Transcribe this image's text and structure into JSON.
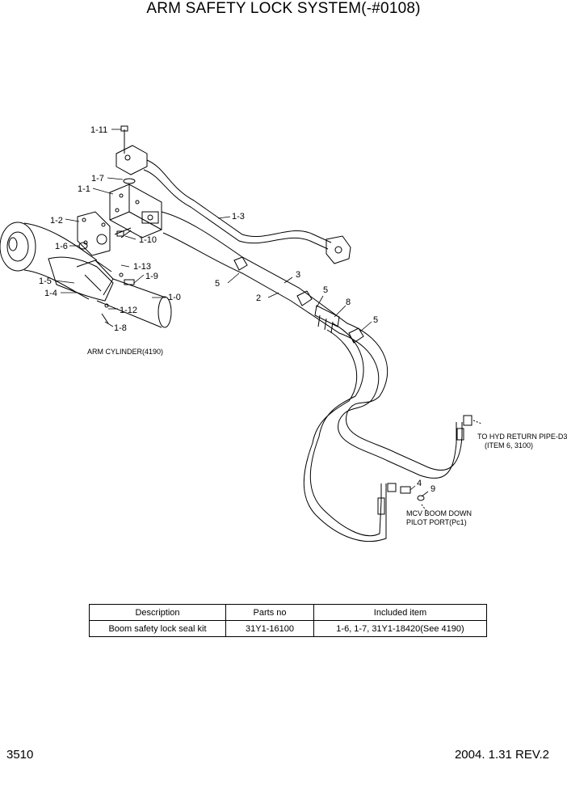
{
  "title": "ARM SAFETY LOCK SYSTEM(-#0108)",
  "callouts": {
    "c1_11": "1-11",
    "c1_7": "1-7",
    "c1_1": "1-1",
    "c1_2": "1-2",
    "c1_6": "1-6",
    "c1_10": "1-10",
    "c1_13": "1-13",
    "c1_9": "1-9",
    "c1_5": "1-5",
    "c1_4": "1-4",
    "c1_0": "1-0",
    "c1_12": "1-12",
    "c1_8": "1-8",
    "c1_3": "1-3",
    "c2": "2",
    "c3": "3",
    "c4": "4",
    "c5a": "5",
    "c5b": "5",
    "c5c": "5",
    "c8": "8",
    "c9": "9"
  },
  "notes": {
    "arm_cylinder": "ARM CYLINDER(4190)",
    "hyd_return_1": "TO HYD RETURN PIPE-D3",
    "hyd_return_2": "(ITEM 6, 3100)",
    "mcv_1": "MCV BOOM DOWN",
    "mcv_2": "PILOT PORT(Pc1)"
  },
  "table": {
    "headers": [
      "Description",
      "Parts no",
      "Included item"
    ],
    "rows": [
      [
        "Boom safety lock seal kit",
        "31Y1-16100",
        "1-6, 1-7, 31Y1-18420(See 4190)"
      ]
    ]
  },
  "footer": {
    "page_number": "3510",
    "revision": "2004. 1.31 REV.2"
  }
}
